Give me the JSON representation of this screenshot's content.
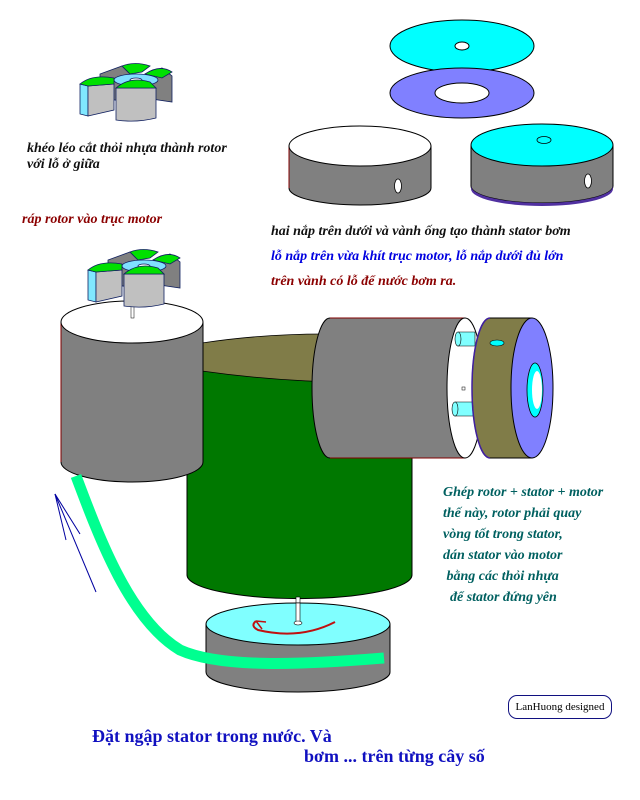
{
  "captions": {
    "rotor_cut": [
      "khéo léo cắt thỏi nhựa thành rotor",
      "với lỗ ở giữa"
    ],
    "rotor_mount": "ráp rotor vào trục motor",
    "stator_build": "hai nắp trên dưới và vành ống tạo thành stator bơm",
    "holes_fit": "lỗ nắp trên vừa khít trục motor, lỗ nắp dưới đủ lớn",
    "rim_hole": "trên vành có lỗ  để nước bơm ra.",
    "assembly": [
      "Ghép rotor + stator + motor",
      "thế này, rotor phải  quay",
      "vòng tốt trong stator,",
      "dán stator vào motor",
      " bằng các thỏi nhựa",
      "  để stator đứng yên"
    ],
    "title_line1": "Đặt ngập stator trong nước. Và",
    "title_line2": "bơm ... trên từng cây số"
  },
  "badge": "LanHuong designed",
  "colors": {
    "gray": "#808080",
    "light_gray": "#c0c0c0",
    "green_leaf": "#00e000",
    "dark_green": "#007800",
    "olive": "#807c48",
    "cyan": "#00ffff",
    "light_cyan": "#80ffff",
    "periwinkle": "#8080ff",
    "spring_green": "#00ff90",
    "arrow_red": "#c01010",
    "arrow_blue": "#0000a0"
  },
  "icons": {
    "rotor": "rotor-icon",
    "top_cap": "top-cap-disc-icon",
    "bottom_cap": "bottom-cap-disc-icon",
    "rim_tube": "rim-tube-icon",
    "stator": "stator-icon",
    "motor": "motor-icon",
    "pump": "pump-icon",
    "hose": "water-hose-icon",
    "rotation_arrow": "rotation-arrow-icon",
    "flow_arrow": "flow-arrow-icon"
  }
}
